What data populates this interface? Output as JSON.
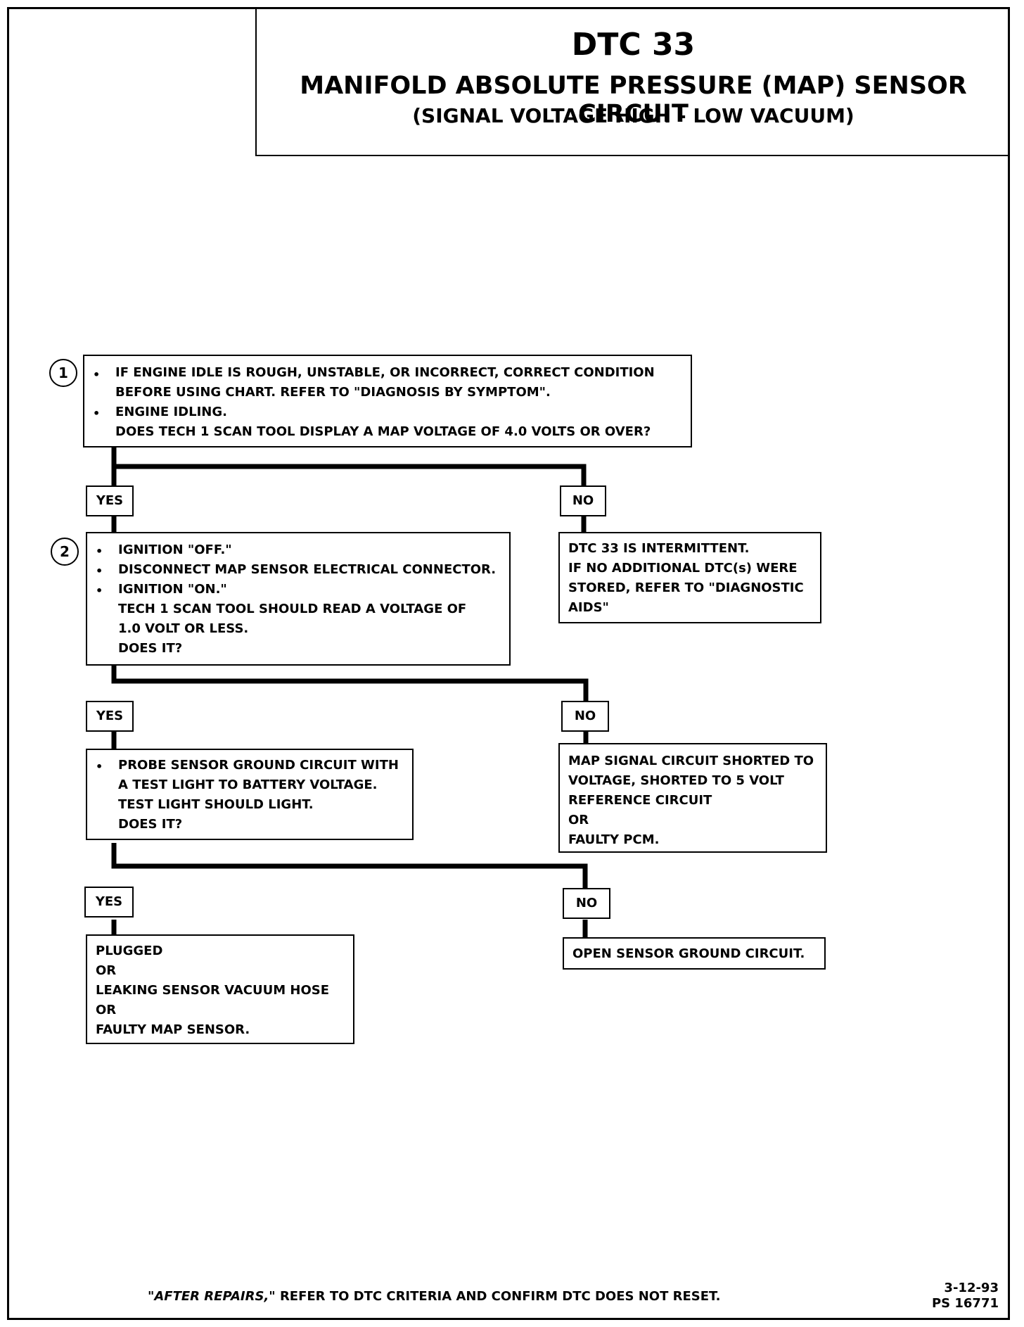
{
  "header": {
    "dtc": "DTC 33",
    "title": "MANIFOLD ABSOLUTE PRESSURE (MAP) SENSOR CIRCUIT",
    "subtitle": "(SIGNAL VOLTAGE HIGH - LOW VACUUM)"
  },
  "steps": {
    "s1": {
      "number": "1",
      "bullet": "•",
      "lines": [
        "IF ENGINE IDLE IS ROUGH, UNSTABLE, OR INCORRECT, CORRECT CONDITION",
        "BEFORE USING CHART.  REFER TO \"DIAGNOSIS BY SYMPTOM\".",
        "ENGINE IDLING.",
        "DOES TECH 1 SCAN TOOL DISPLAY A MAP VOLTAGE OF 4.0 VOLTS OR OVER?"
      ]
    },
    "s2": {
      "number": "2",
      "bullet": "•",
      "lines": [
        "IGNITION \"OFF.\"",
        "DISCONNECT MAP SENSOR ELECTRICAL CONNECTOR.",
        "IGNITION \"ON.\"",
        "TECH 1 SCAN TOOL SHOULD READ  A VOLTAGE OF",
        "1.0  VOLT OR LESS.",
        "DOES IT?"
      ]
    },
    "s3": {
      "bullet": "•",
      "lines": [
        "PROBE SENSOR GROUND CIRCUIT WITH",
        "A TEST LIGHT TO BATTERY VOLTAGE.",
        "TEST LIGHT SHOULD LIGHT.",
        "DOES IT?"
      ]
    }
  },
  "results": {
    "r1": [
      "DTC 33 IS INTERMITTENT.",
      "IF NO ADDITIONAL DTC(s) WERE",
      "STORED, REFER TO \"DIAGNOSTIC",
      "AIDS\""
    ],
    "r2": [
      "MAP SIGNAL CIRCUIT SHORTED TO",
      "VOLTAGE, SHORTED TO 5 VOLT",
      "REFERENCE CIRCUIT",
      "OR",
      "FAULTY PCM."
    ],
    "r3": [
      "PLUGGED",
      "OR",
      "LEAKING SENSOR  VACUUM HOSE",
      "OR",
      "FAULTY MAP SENSOR."
    ],
    "r4": [
      "OPEN SENSOR GROUND CIRCUIT."
    ]
  },
  "labels": {
    "yes": "YES",
    "no": "NO"
  },
  "footer": {
    "emphasis": "\"AFTER REPAIRS,\"",
    "text": " REFER TO DTC CRITERIA AND CONFIRM DTC DOES NOT RESET.",
    "date": "3-12-93",
    "ref": "PS 16771"
  }
}
